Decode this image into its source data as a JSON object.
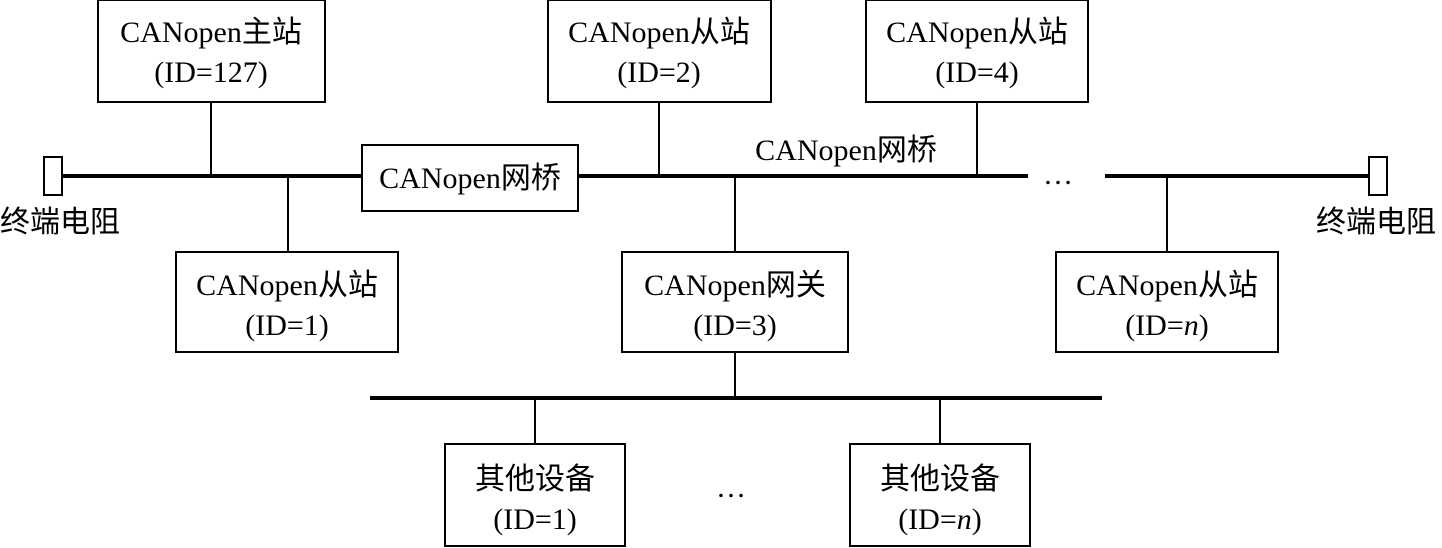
{
  "nodes": {
    "master": {
      "name": "CANopen主站",
      "id_text": "(ID=127)"
    },
    "slave2": {
      "name": "CANopen从站",
      "id_text": "(ID=2)"
    },
    "slave4": {
      "name": "CANopen从站",
      "id_text": "(ID=4)"
    },
    "slave1": {
      "name": "CANopen从站",
      "id_text": "(ID=1)"
    },
    "gateway": {
      "name": "CANopen网关",
      "id_text": "(ID=3)"
    },
    "slaven": {
      "name": "CANopen从站",
      "id_prefix": "(ID=",
      "id_var": "n",
      "id_suffix": ")"
    },
    "device1": {
      "name": "其他设备",
      "id_text": "(ID=1)"
    },
    "devicen": {
      "name": "其他设备",
      "id_prefix": "(ID=",
      "id_var": "n",
      "id_suffix": ")"
    }
  },
  "bridge_box": {
    "label": "CANopen网桥"
  },
  "bridge_link_label": "CANopen网桥",
  "terminal_left": "终端电阻",
  "terminal_right": "终端电阻",
  "bus_ellipsis": "…",
  "device_ellipsis": "…"
}
